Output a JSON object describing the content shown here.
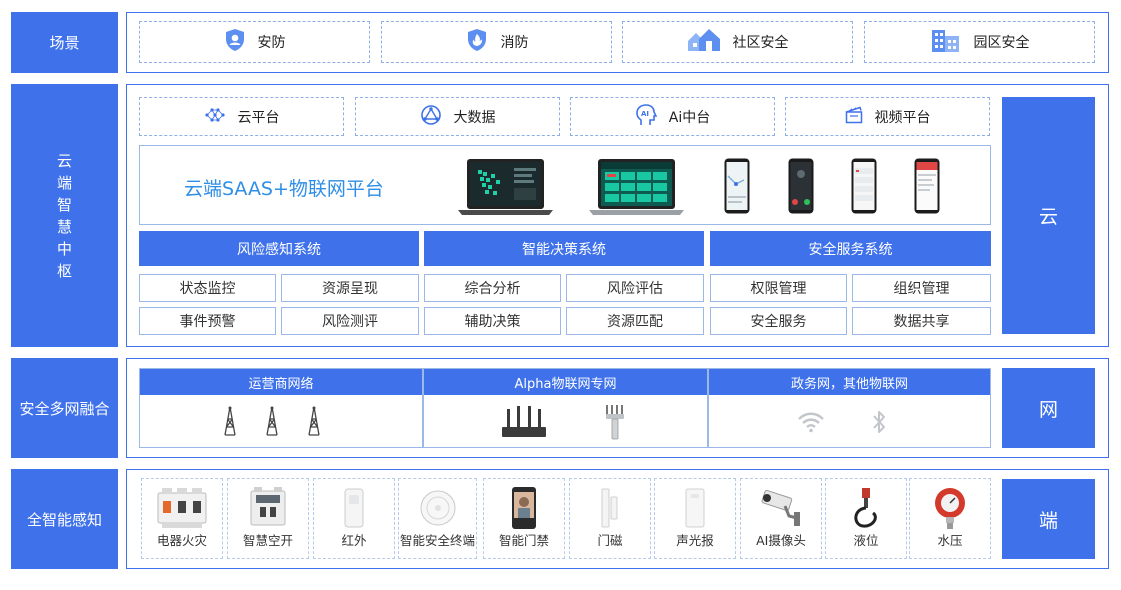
{
  "rows": {
    "scene": {
      "label": "场景"
    },
    "cloud": {
      "label_chars": [
        "云",
        "端",
        "智",
        "慧",
        "中",
        "枢"
      ]
    },
    "network": {
      "label": "安全多网融合"
    },
    "device": {
      "label": "全智能感知"
    }
  },
  "scenes": [
    {
      "label": "安防",
      "icon": "shield-user-icon"
    },
    {
      "label": "消防",
      "icon": "fire-shield-icon"
    },
    {
      "label": "社区安全",
      "icon": "houses-icon"
    },
    {
      "label": "园区安全",
      "icon": "buildings-icon"
    }
  ],
  "platforms": [
    {
      "label": "云平台",
      "icon": "cloud-network-icon"
    },
    {
      "label": "大数据",
      "icon": "big-data-icon"
    },
    {
      "label": "Ai中台",
      "icon": "ai-head-icon"
    },
    {
      "label": "视频平台",
      "icon": "video-clapper-icon"
    }
  ],
  "saas_title": "云端SAAS+物联网平台",
  "systems": [
    {
      "title": "风险感知系统",
      "items": [
        "状态监控",
        "资源呈现",
        "事件预警",
        "风险测评"
      ]
    },
    {
      "title": "智能决策系统",
      "items": [
        "综合分析",
        "风险评估",
        "辅助决策",
        "资源匹配"
      ]
    },
    {
      "title": "安全服务系统",
      "items": [
        "权限管理",
        "组织管理",
        "安全服务",
        "数据共享"
      ]
    }
  ],
  "side_labels": {
    "cloud": "云",
    "network": "网",
    "device": "端"
  },
  "networks": [
    {
      "title": "运营商网络",
      "icon": "cell-tower-icon"
    },
    {
      "title": "Alpha物联网专网",
      "icon": "router-icon"
    },
    {
      "title": "政务网，其他物联网",
      "icon": "wifi-icon"
    }
  ],
  "devices": [
    {
      "label": "电器火灾",
      "icon": "electrical-fire-detector-icon"
    },
    {
      "label": "智慧空开",
      "icon": "smart-breaker-icon"
    },
    {
      "label": "红外",
      "icon": "infrared-sensor-icon"
    },
    {
      "label": "智能安全终端",
      "icon": "smoke-detector-icon"
    },
    {
      "label": "智能门禁",
      "icon": "face-access-icon"
    },
    {
      "label": "门磁",
      "icon": "door-sensor-icon"
    },
    {
      "label": "声光报",
      "icon": "alarm-icon"
    },
    {
      "label": "AI摄像头",
      "icon": "camera-icon"
    },
    {
      "label": "液位",
      "icon": "level-sensor-icon"
    },
    {
      "label": "水压",
      "icon": "pressure-gauge-icon"
    }
  ],
  "colors": {
    "primary": "#3f72ea",
    "title_blue": "#2f8ee6",
    "border_light": "#9cb8e6"
  }
}
